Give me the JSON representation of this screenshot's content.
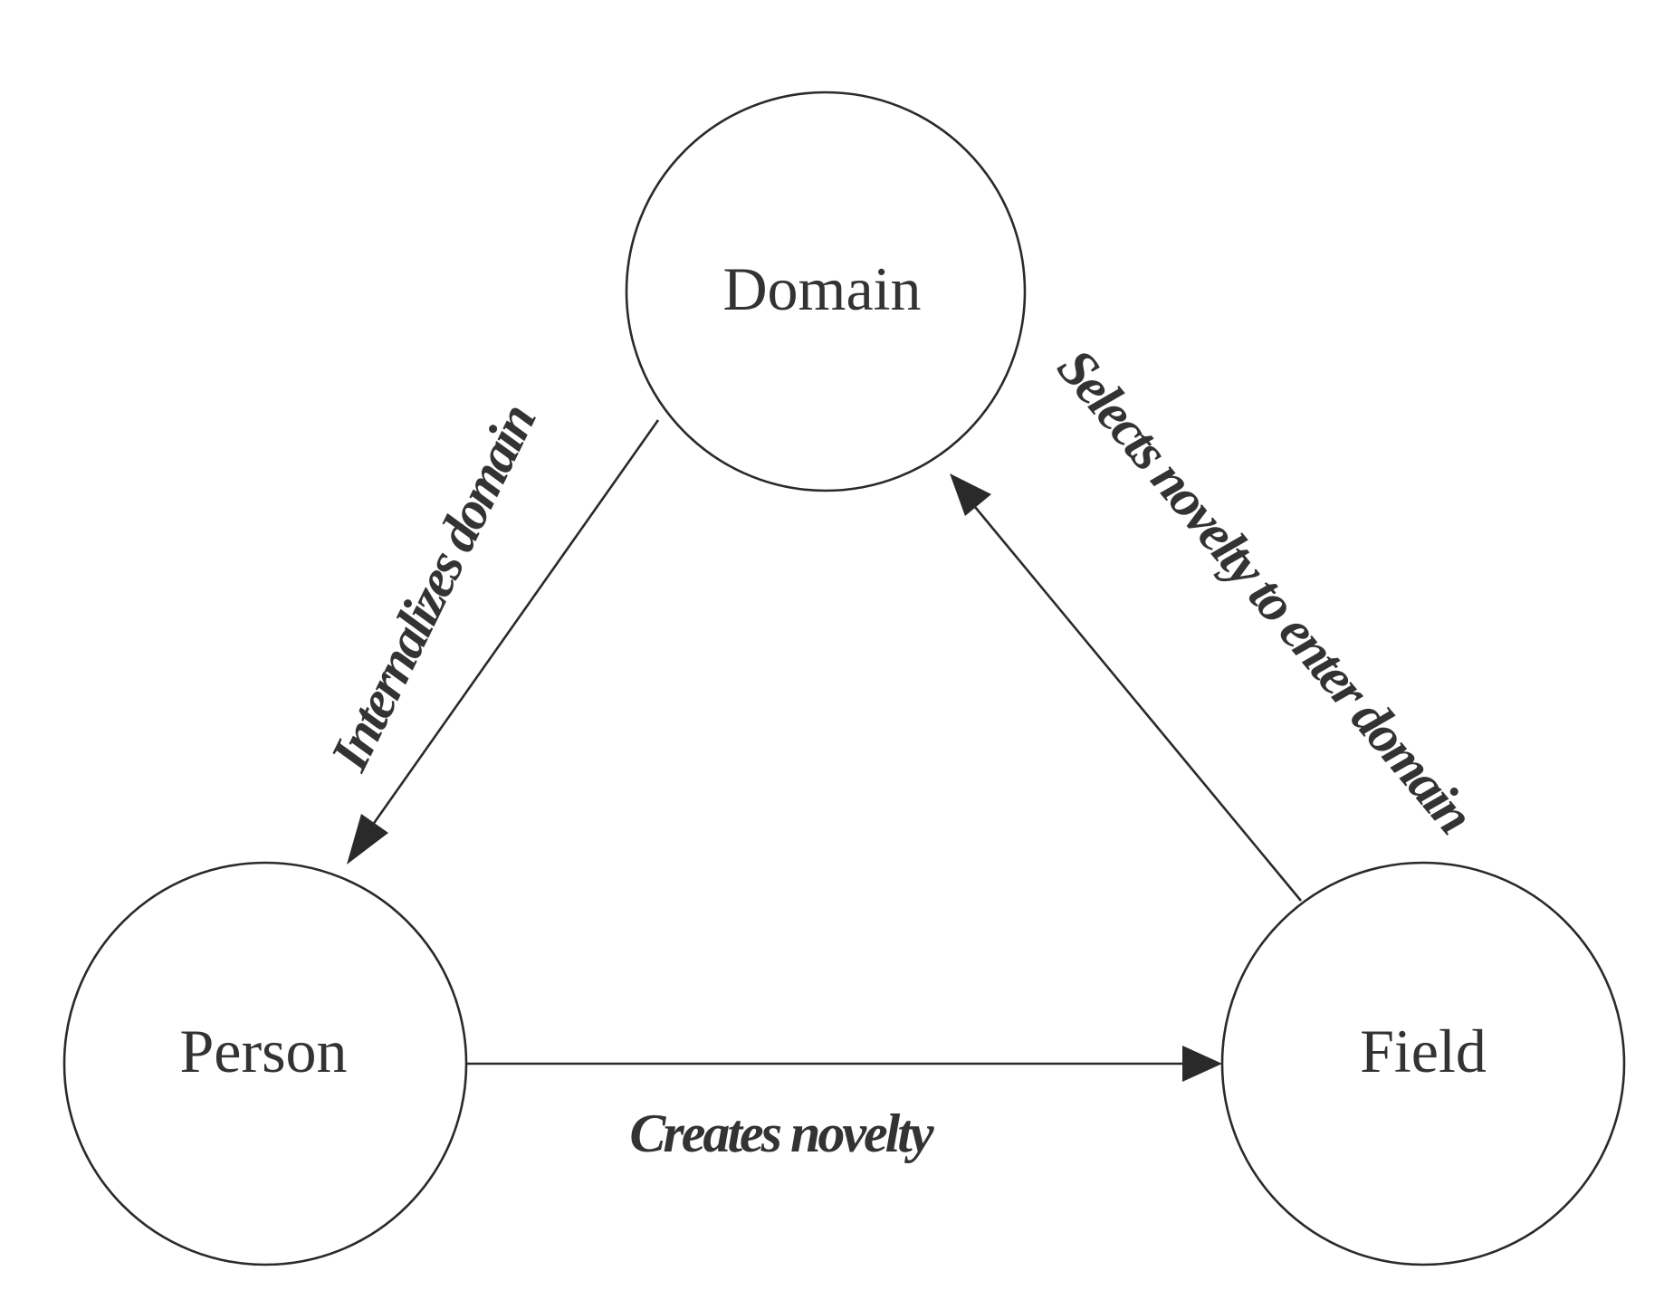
{
  "nodes": {
    "domain": {
      "label": "Domain"
    },
    "person": {
      "label": "Person"
    },
    "field": {
      "label": "Field"
    }
  },
  "edges": {
    "domain_to_person": {
      "label": "Internalizes domain"
    },
    "person_to_field": {
      "label": "Creates novelty"
    },
    "field_to_domain": {
      "label": "Selects novelty to enter domain"
    }
  }
}
